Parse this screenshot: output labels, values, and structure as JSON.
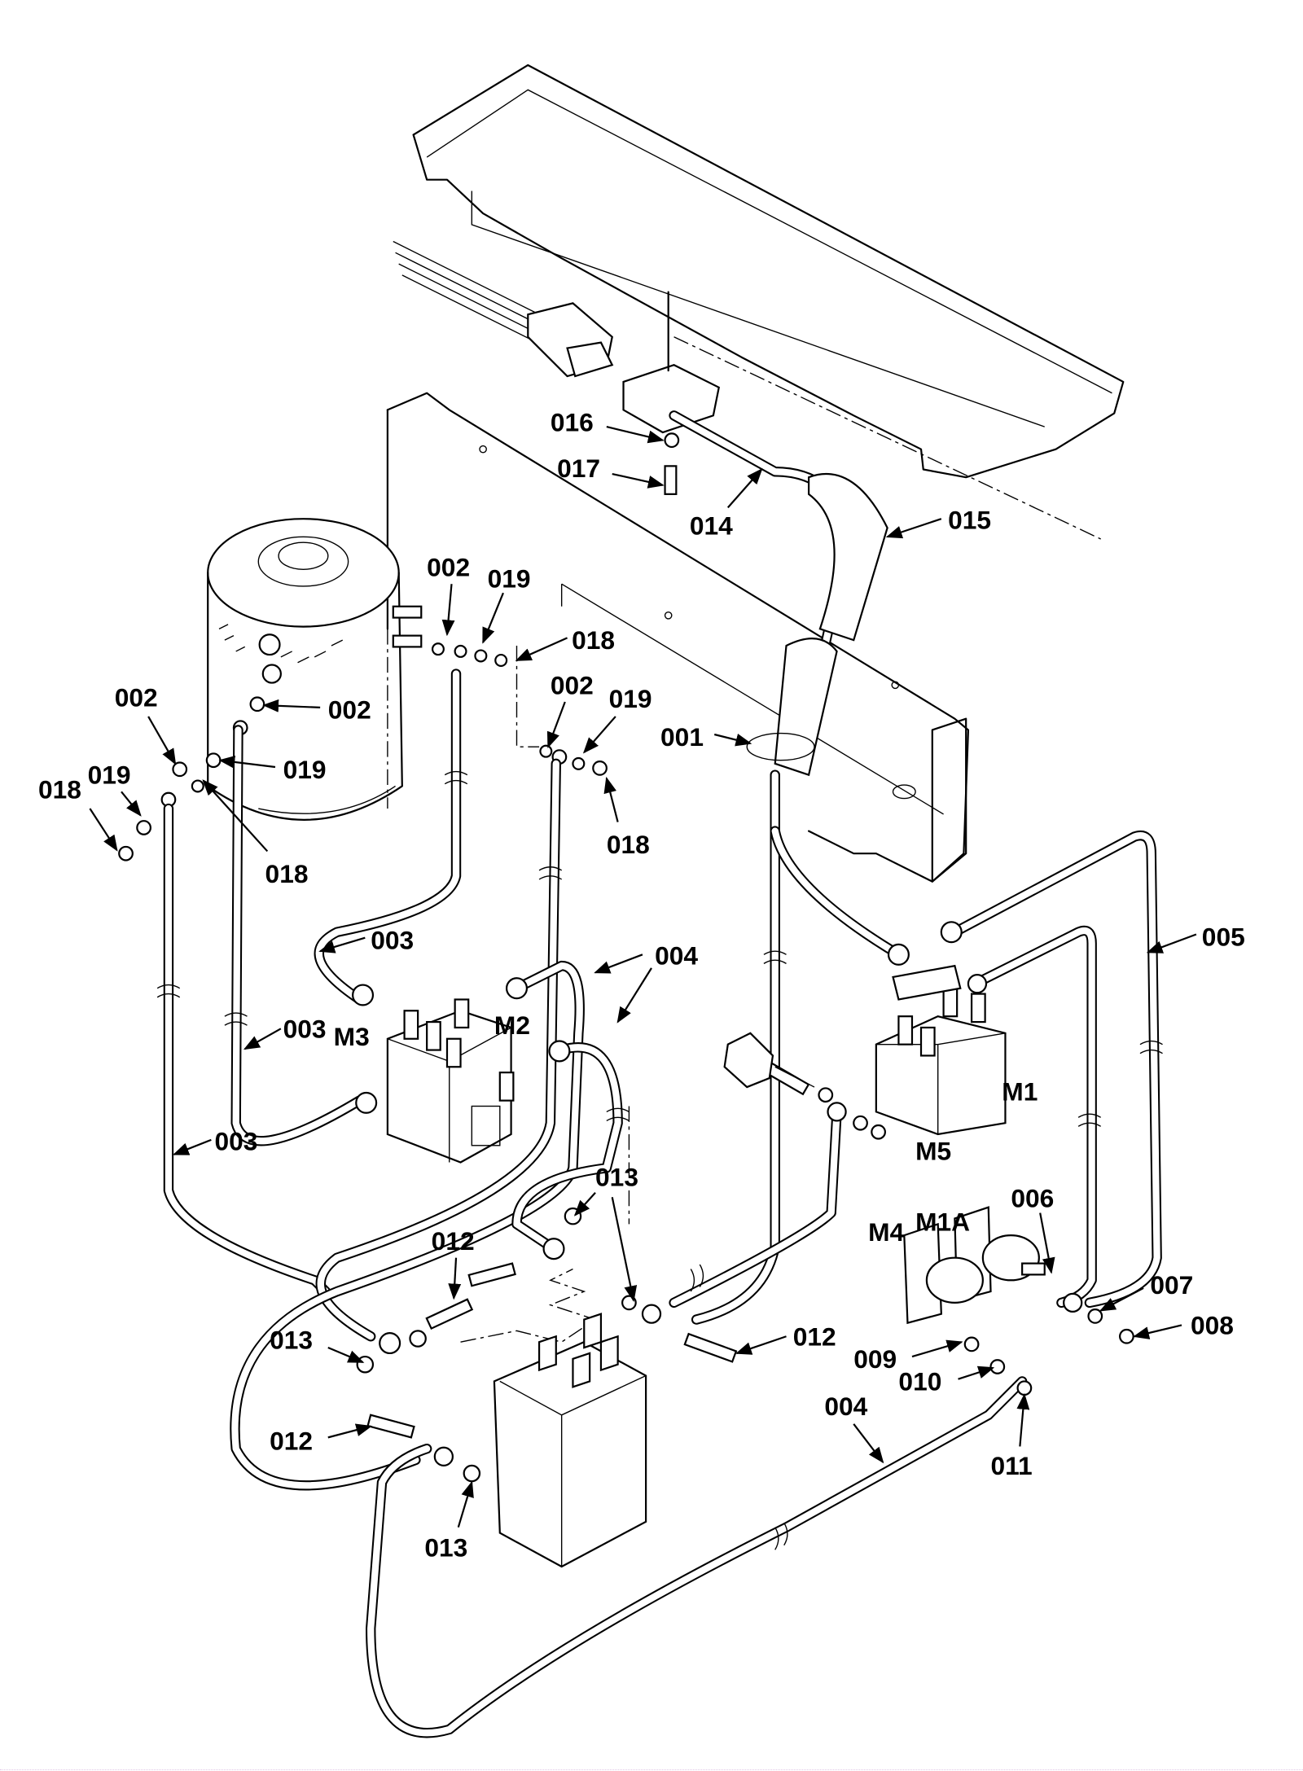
{
  "diagram": {
    "type": "exploded parts view - electrical wiring",
    "line_color": "#000000",
    "background": "#ffffff",
    "callouts": [
      "016",
      "017",
      "014",
      "015",
      "002",
      "019",
      "018",
      "002",
      "002",
      "019",
      "019",
      "018",
      "018",
      "002",
      "019",
      "018",
      "001",
      "003",
      "004",
      "005",
      "003",
      "M3",
      "M2",
      "M1",
      "M5",
      "003",
      "013",
      "M1A",
      "006",
      "M4",
      "012",
      "007",
      "008",
      "012",
      "013",
      "009",
      "010",
      "004",
      "011",
      "012",
      "013"
    ]
  }
}
